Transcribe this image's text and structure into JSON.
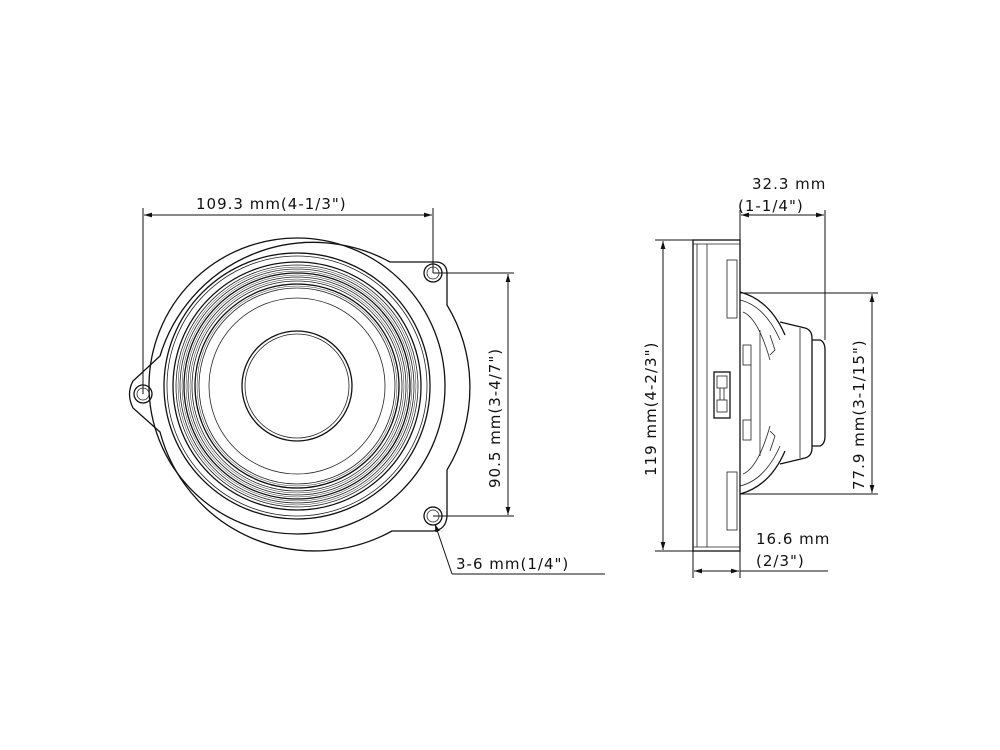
{
  "drawing": {
    "front_view": {
      "width_dimension": "109.3 mm(4-1/3\")",
      "hole_spacing_dimension": "90.5 mm(3-4/7\")",
      "mounting_hole_callout": "3-6 mm(1/4\")"
    },
    "side_view": {
      "depth_dimension_line1": "32.3 mm",
      "depth_dimension_line2": "(1-1/4\")",
      "height_dimension": "119 mm(4-2/3\")",
      "motor_height_dimension": "77.9 mm(3-1/15\")",
      "flange_depth_line1": "16.6 mm",
      "flange_depth_line2": "(2/3\")"
    }
  },
  "colors": {
    "line": "#111111",
    "background": "#ffffff"
  }
}
